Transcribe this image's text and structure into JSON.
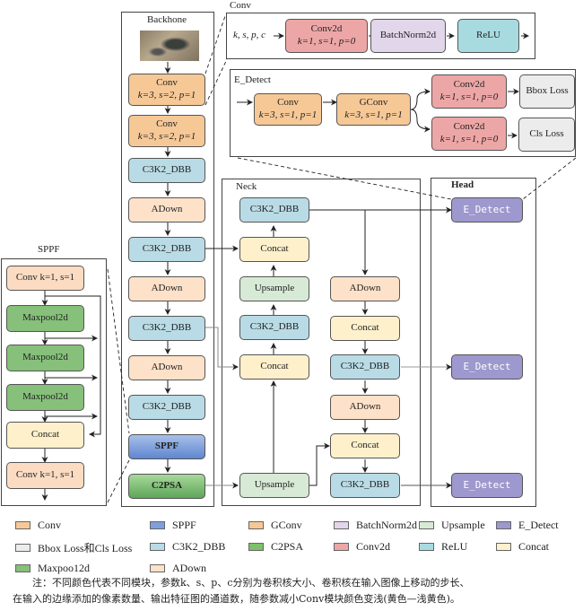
{
  "panels": {
    "backbone": {
      "title": "Backhone"
    },
    "neck": {
      "title": "Neck"
    },
    "head": {
      "title": "Head"
    },
    "sppf": {
      "title": "SPPF"
    },
    "conv_detail": {
      "title": "Conv",
      "input_label": "k, s, p, c"
    },
    "edetect_detail": {
      "title": "E_Detect"
    }
  },
  "backbone": {
    "image_alt": "input-image",
    "blocks": [
      {
        "name": "Conv",
        "params": "k=3, s=2, p=1",
        "type": "conv"
      },
      {
        "name": "Conv",
        "params": "k=3, s=2, p=1",
        "type": "conv"
      },
      {
        "name": "C3K2_DBB",
        "type": "c3k2"
      },
      {
        "name": "ADown",
        "type": "adown"
      },
      {
        "name": "C3K2_DBB",
        "type": "c3k2"
      },
      {
        "name": "ADown",
        "type": "adown"
      },
      {
        "name": "C3K2_DBB",
        "type": "c3k2"
      },
      {
        "name": "ADown",
        "type": "adown"
      },
      {
        "name": "C3K2_DBB",
        "type": "c3k2"
      },
      {
        "name": "SPPF",
        "type": "sppf"
      },
      {
        "name": "C2PSA",
        "type": "c2psa"
      }
    ]
  },
  "neck": {
    "left_column": [
      {
        "name": "C3K2_DBB"
      },
      {
        "name": "Concat"
      },
      {
        "name": "Upsample"
      },
      {
        "name": "C3K2_DBB"
      },
      {
        "name": "Concat"
      },
      {
        "name": "Upsample"
      }
    ],
    "right_column": [
      {
        "name": "ADown"
      },
      {
        "name": "Concat"
      },
      {
        "name": "C3K2_DBB"
      },
      {
        "name": "ADown"
      },
      {
        "name": "Concat"
      },
      {
        "name": "C3K2_DBB"
      }
    ]
  },
  "head": {
    "blocks": [
      {
        "name": "E_Detect"
      },
      {
        "name": "E_Detect"
      },
      {
        "name": "E_Detect"
      }
    ]
  },
  "sppf": {
    "blocks": [
      {
        "name": "Conv k=1, s=1"
      },
      {
        "name": "Maxpool2d"
      },
      {
        "name": "Maxpool2d"
      },
      {
        "name": "Maxpool2d"
      },
      {
        "name": "Concat"
      },
      {
        "name": "Conv k=1, s=1"
      }
    ]
  },
  "conv_detail": {
    "blocks": [
      {
        "name": "Conv2d",
        "params": "k=1, s=1, p=0"
      },
      {
        "name": "BatchNorm2d"
      },
      {
        "name": "ReLU"
      }
    ]
  },
  "edetect_detail": {
    "blocks": {
      "conv": {
        "name": "Conv",
        "params": "k=3, s=1, p=1"
      },
      "gconv": {
        "name": "GConv",
        "params": "k=3, s=1, p=1"
      },
      "conv2d_top": {
        "name": "Conv2d",
        "params": "k=1, s=1, p=0"
      },
      "conv2d_bottom": {
        "name": "Conv2d",
        "params": "k=1, s=1, p=0"
      },
      "bbox_loss": {
        "name": "Bbox Loss"
      },
      "cls_loss": {
        "name": "Cls Loss"
      }
    }
  },
  "legend": [
    {
      "label": "Conv",
      "color": "#f6c896"
    },
    {
      "label": "SPPF",
      "color": "#7f9fdc"
    },
    {
      "label": "GConv",
      "color": "#f6c896"
    },
    {
      "label": "BatchNorm2d",
      "color": "#e2d6ea"
    },
    {
      "label": "Upsample",
      "color": "#d7ead5"
    },
    {
      "label": "E_Detect",
      "color": "#9d98cd"
    },
    {
      "label": "Bbox Loss和Cls Loss",
      "color": "#ececec"
    },
    {
      "label": "C3K2_DBB",
      "color": "#b9dbe6"
    },
    {
      "label": "C2PSA",
      "color": "#7dbf6c"
    },
    {
      "label": "Conv2d",
      "color": "#eda6a6"
    },
    {
      "label": "ReLU",
      "color": "#a8dbe0"
    },
    {
      "label": "Concat",
      "color": "#fdf0cb"
    },
    {
      "label": "Maxpoo12d",
      "color": "#86c07a"
    },
    {
      "label": "ADown",
      "color": "#fde1c8"
    }
  ],
  "note": {
    "line1": "注：不同颜色代表不同模块，参数k、s、p、c分别为卷积核大小、卷积核在输入图像上移动的步长、",
    "line2": "在输入的边缘添加的像素数量、输出特征图的通道数，随参数减小Conv模块颜色变浅(黄色—浅黄色)。"
  }
}
